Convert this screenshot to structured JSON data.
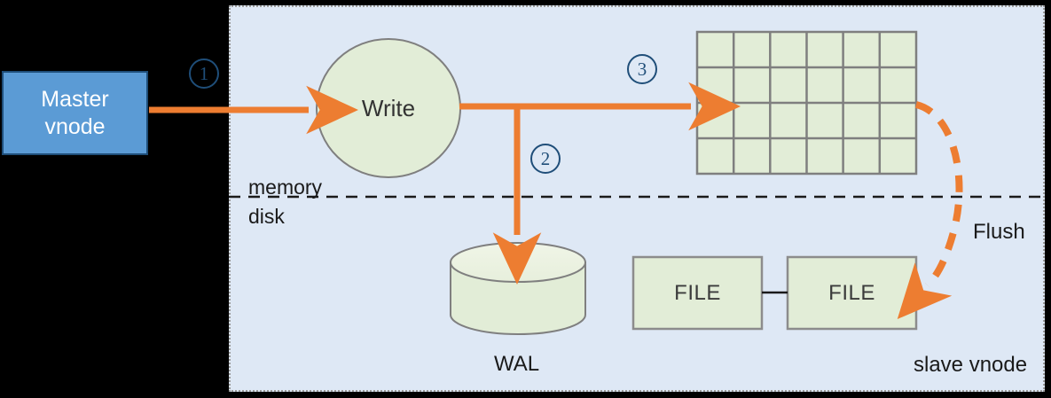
{
  "diagram": {
    "title_alt": "TDengine vnode write path",
    "colors": {
      "panel_bg": "#DEE8F5",
      "panel_border": "#9A9A9A",
      "master_fill": "#5B9BD5",
      "master_border": "#1F4E79",
      "shape_fill": "#E2EDD7",
      "shape_border": "#7F7F7F",
      "arrow_orange": "#ED7D31",
      "step_navy": "#1F4E79",
      "text_dark": "#1A1A1A",
      "background": "#000000"
    }
  },
  "master": {
    "line1": "Master",
    "line2": "vnode"
  },
  "panel": {
    "slave_label": "slave vnode"
  },
  "nodes": {
    "write": "Write",
    "wal": "WAL",
    "file_1": "FILE",
    "file_2": "FILE"
  },
  "boundary": {
    "memory": "memory",
    "disk": "disk"
  },
  "steps": [
    {
      "id": "step-1",
      "label": "1"
    },
    {
      "id": "step-2",
      "label": "2"
    },
    {
      "id": "step-3",
      "label": "3"
    }
  ],
  "flush": {
    "label": "Flush"
  },
  "memtable": {
    "columns": 6,
    "rows": 4
  }
}
